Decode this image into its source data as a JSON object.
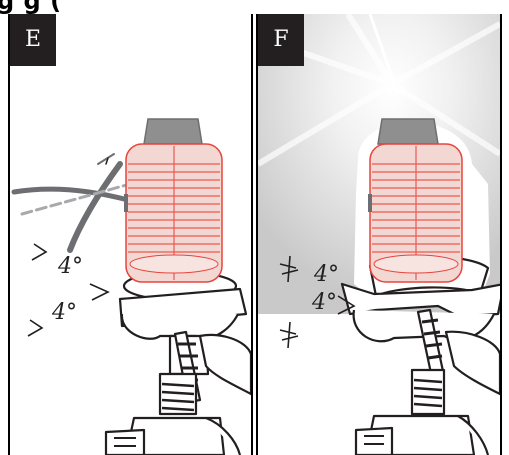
{
  "banner": {
    "text": "g                                              g ("
  },
  "panel_e": {
    "label": "E",
    "angle_top": "4°",
    "angle_bottom": "4°"
  },
  "panel_f": {
    "label": "F",
    "angle_top": "4°",
    "angle_bottom": "4°"
  },
  "colors": {
    "laser_red": "#e8453c",
    "ink": "#231f20",
    "cross_gray": "#6d6e71"
  }
}
